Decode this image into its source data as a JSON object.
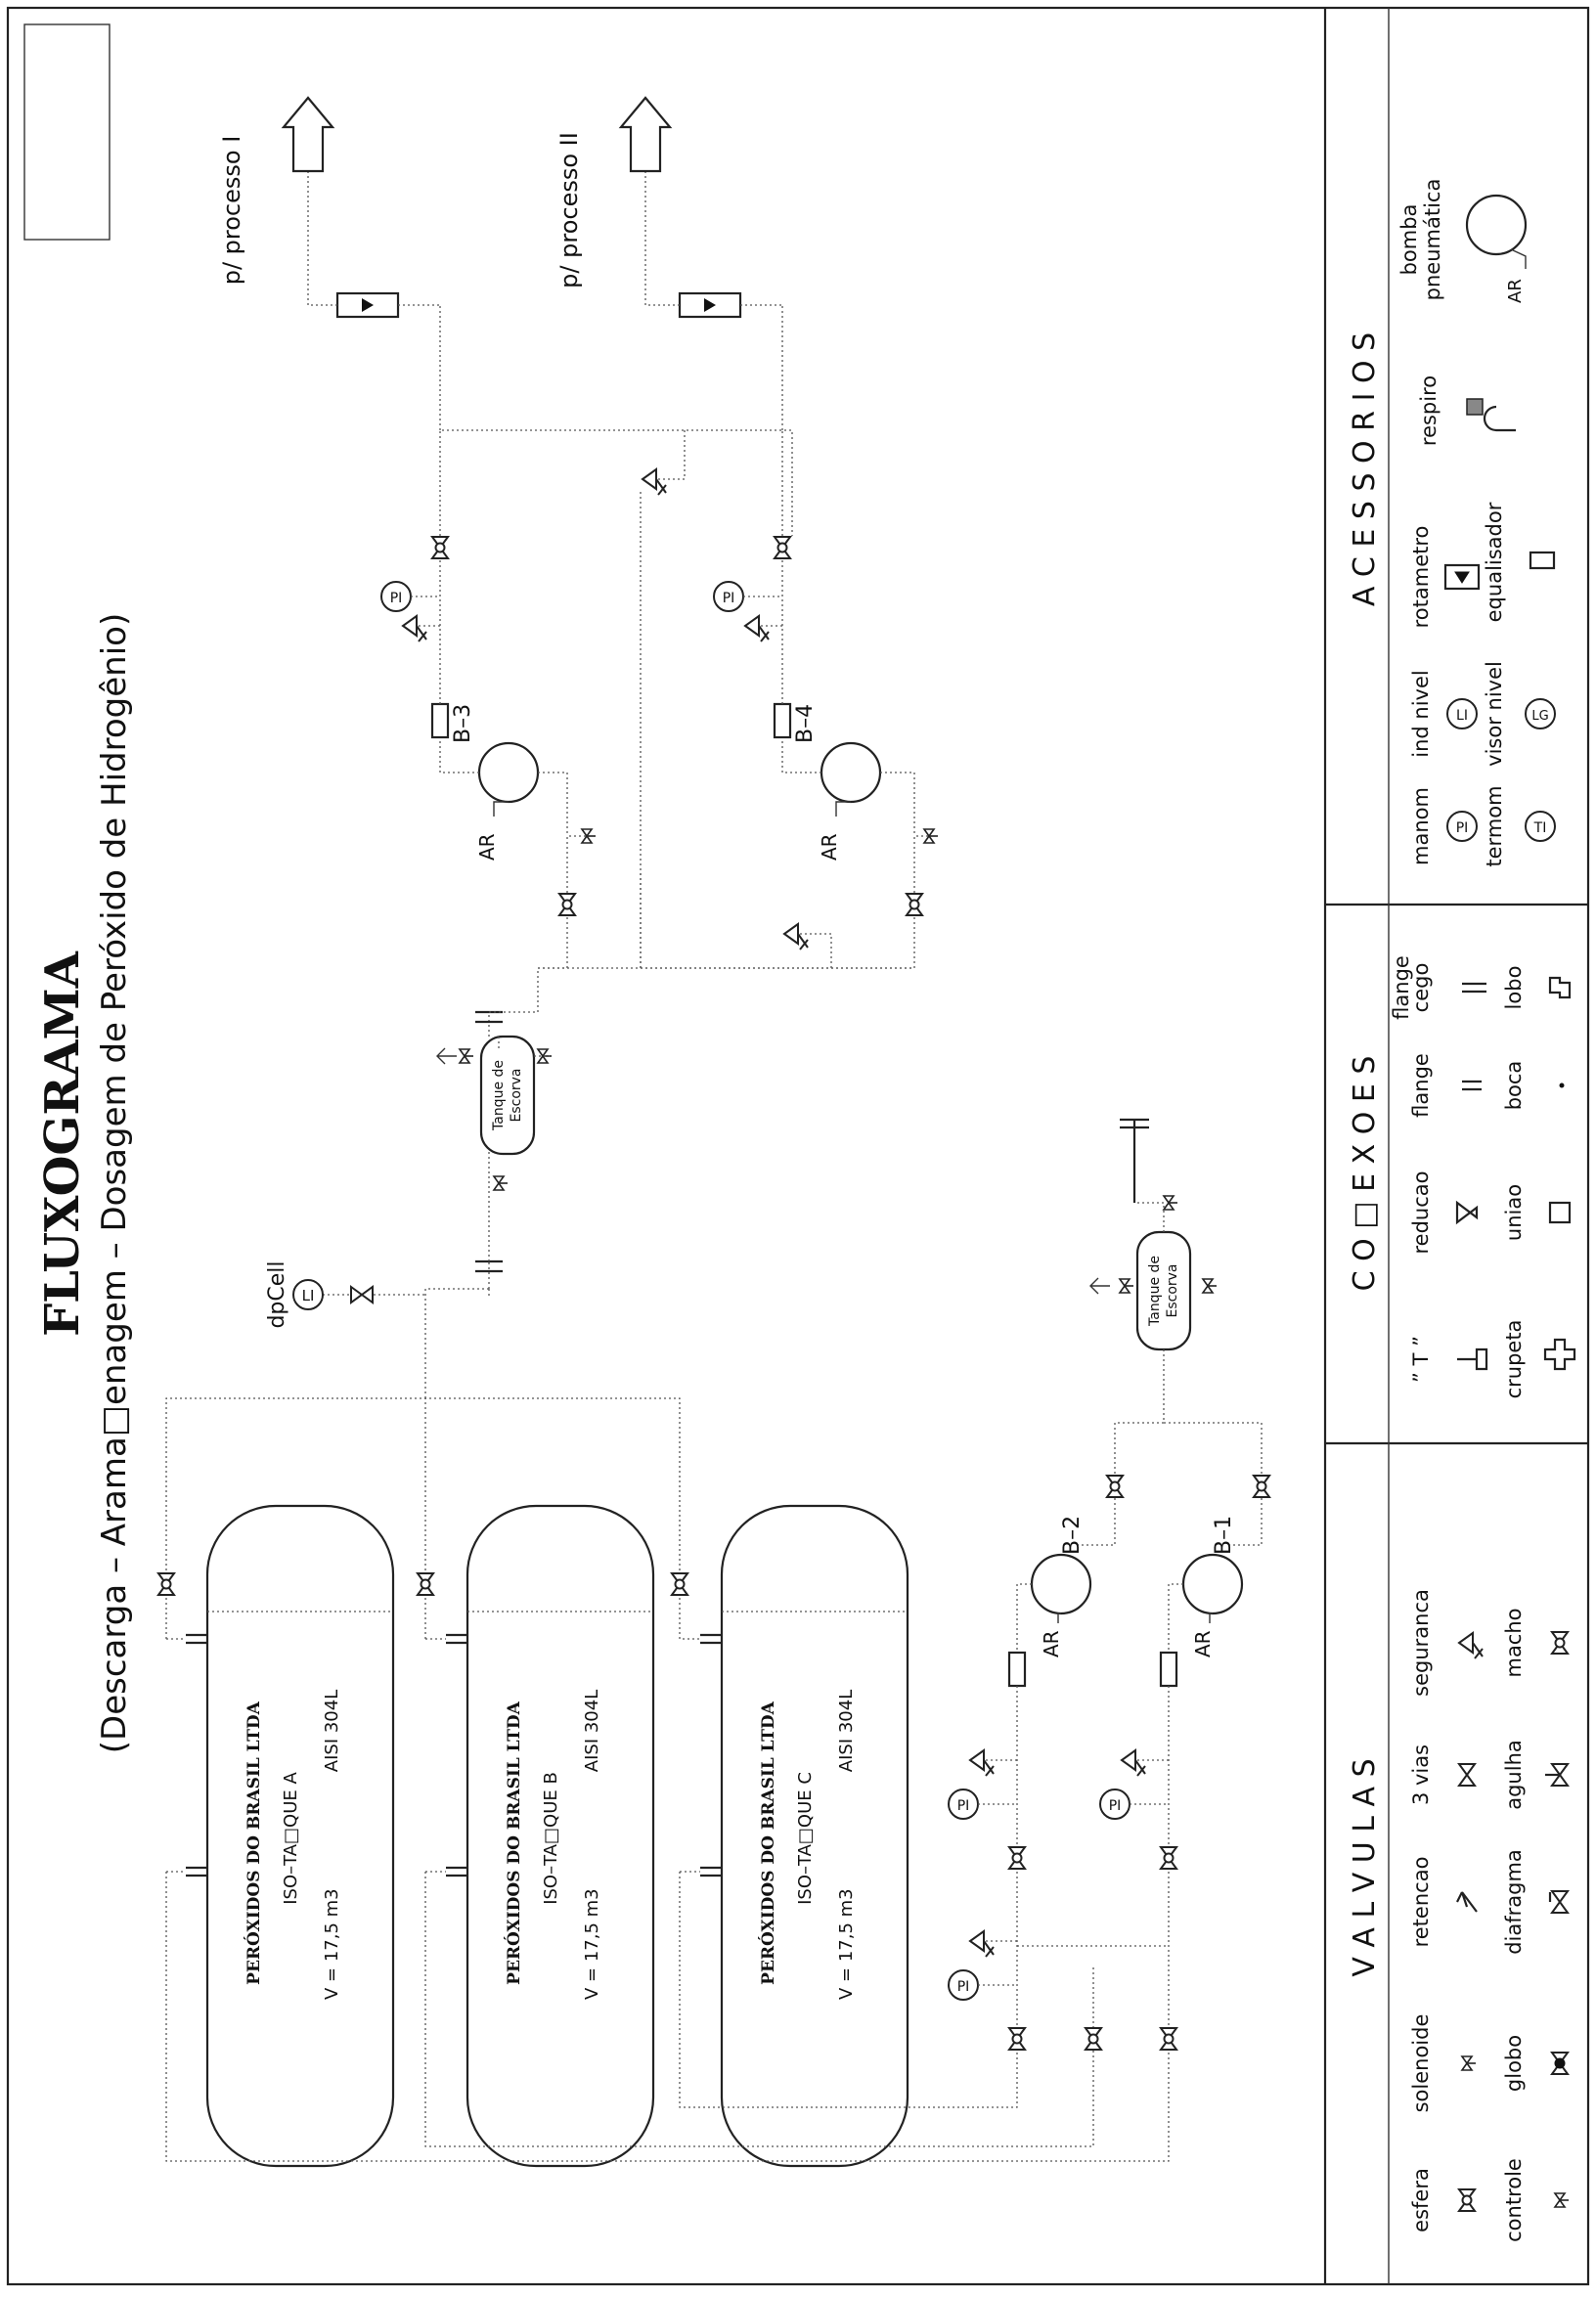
{
  "title": "FLUXOGRAMA",
  "subtitle": "(Descarga  –  Arama□enagem  –  Dosagem  de  Peróxido  de  Hidrogênio)",
  "outputs": {
    "process_1": "p/  processo  I",
    "process_2": "p/  processo  II"
  },
  "tanks": [
    {
      "company": "PERÓXIDOS DO BRASIL LTDA",
      "name": "ISO–TA□QUE A",
      "volume": "V  =  17,5  m3",
      "material": "AISI  304L"
    },
    {
      "company": "PERÓXIDOS DO BRASIL LTDA",
      "name": "ISO–TA□QUE B",
      "volume": "V  =  17,5  m3",
      "material": "AISI  304L"
    },
    {
      "company": "PERÓXIDOS DO BRASIL LTDA",
      "name": "ISO–TA□QUE C",
      "volume": "V  =  17,5  m3",
      "material": "AISI  304L"
    }
  ],
  "scour_tank": {
    "line1": "Tanque de",
    "line2": "Escorva"
  },
  "pumps": {
    "b1": "B–1",
    "b2": "B–2",
    "b3": "B–3",
    "b4": "B–4",
    "air": "AR"
  },
  "instruments": {
    "pi": "PI",
    "li": "LI",
    "ti": "TI",
    "lg": "LG",
    "dpcell": "dpCell"
  },
  "legend": {
    "valves": {
      "heading": "V  A  L  V  U  L  A  S",
      "items": [
        "esfera",
        "solenoide",
        "retencao",
        "3  vias",
        "seguranca",
        "controle",
        "globo",
        "diafragma",
        "agulha",
        "macho"
      ]
    },
    "connections": {
      "heading": "C  O  □  E  X  O  E  S",
      "items": [
        "” T ”",
        "reducao",
        "flange",
        "flange",
        "cego",
        "crupeta",
        "uniao",
        "boca",
        "lobo"
      ]
    },
    "accessories": {
      "heading": "A  C  E  S  S  O  R  I  O  S",
      "items": [
        "manom",
        "ind  nivel",
        "termom",
        "visor  nivel",
        "rotametro",
        "equalisador",
        "respiro",
        "bomba",
        "pneumática"
      ]
    }
  }
}
